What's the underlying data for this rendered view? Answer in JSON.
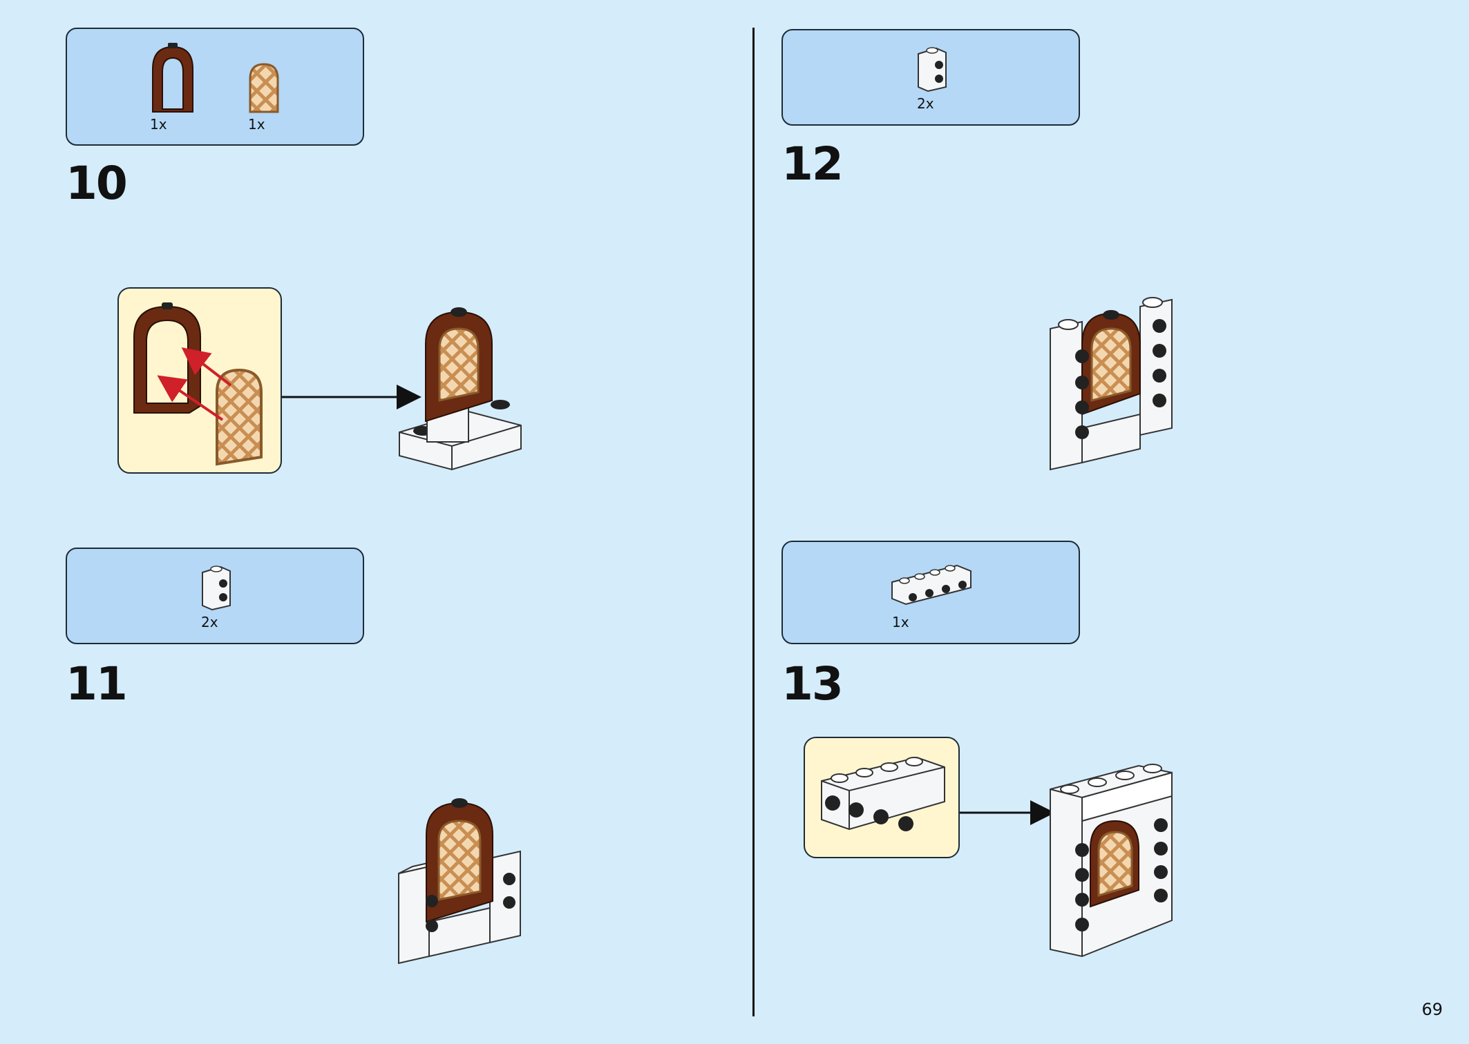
{
  "page": {
    "number": "69"
  },
  "steps": [
    {
      "number": "10",
      "parts": [
        {
          "name": "arch-window-frame",
          "qty": "1x"
        },
        {
          "name": "lattice-window-pane",
          "qty": "1x"
        }
      ]
    },
    {
      "number": "11",
      "parts": [
        {
          "name": "white-brick-1x1-side-studs",
          "qty": "2x"
        }
      ]
    },
    {
      "number": "12",
      "parts": [
        {
          "name": "white-brick-1x1-side-studs",
          "qty": "2x"
        }
      ]
    },
    {
      "number": "13",
      "parts": [
        {
          "name": "white-brick-1x4-side-studs",
          "qty": "1x"
        }
      ]
    }
  ],
  "colors": {
    "background": "#d5ecfb",
    "parts_box": "#b4d8f6",
    "callout": "#fff6cf",
    "brown": "#6b2a12",
    "tan": "#d9a164",
    "white_brick": "#f4f6f8",
    "arrow_red": "#d0202a"
  }
}
